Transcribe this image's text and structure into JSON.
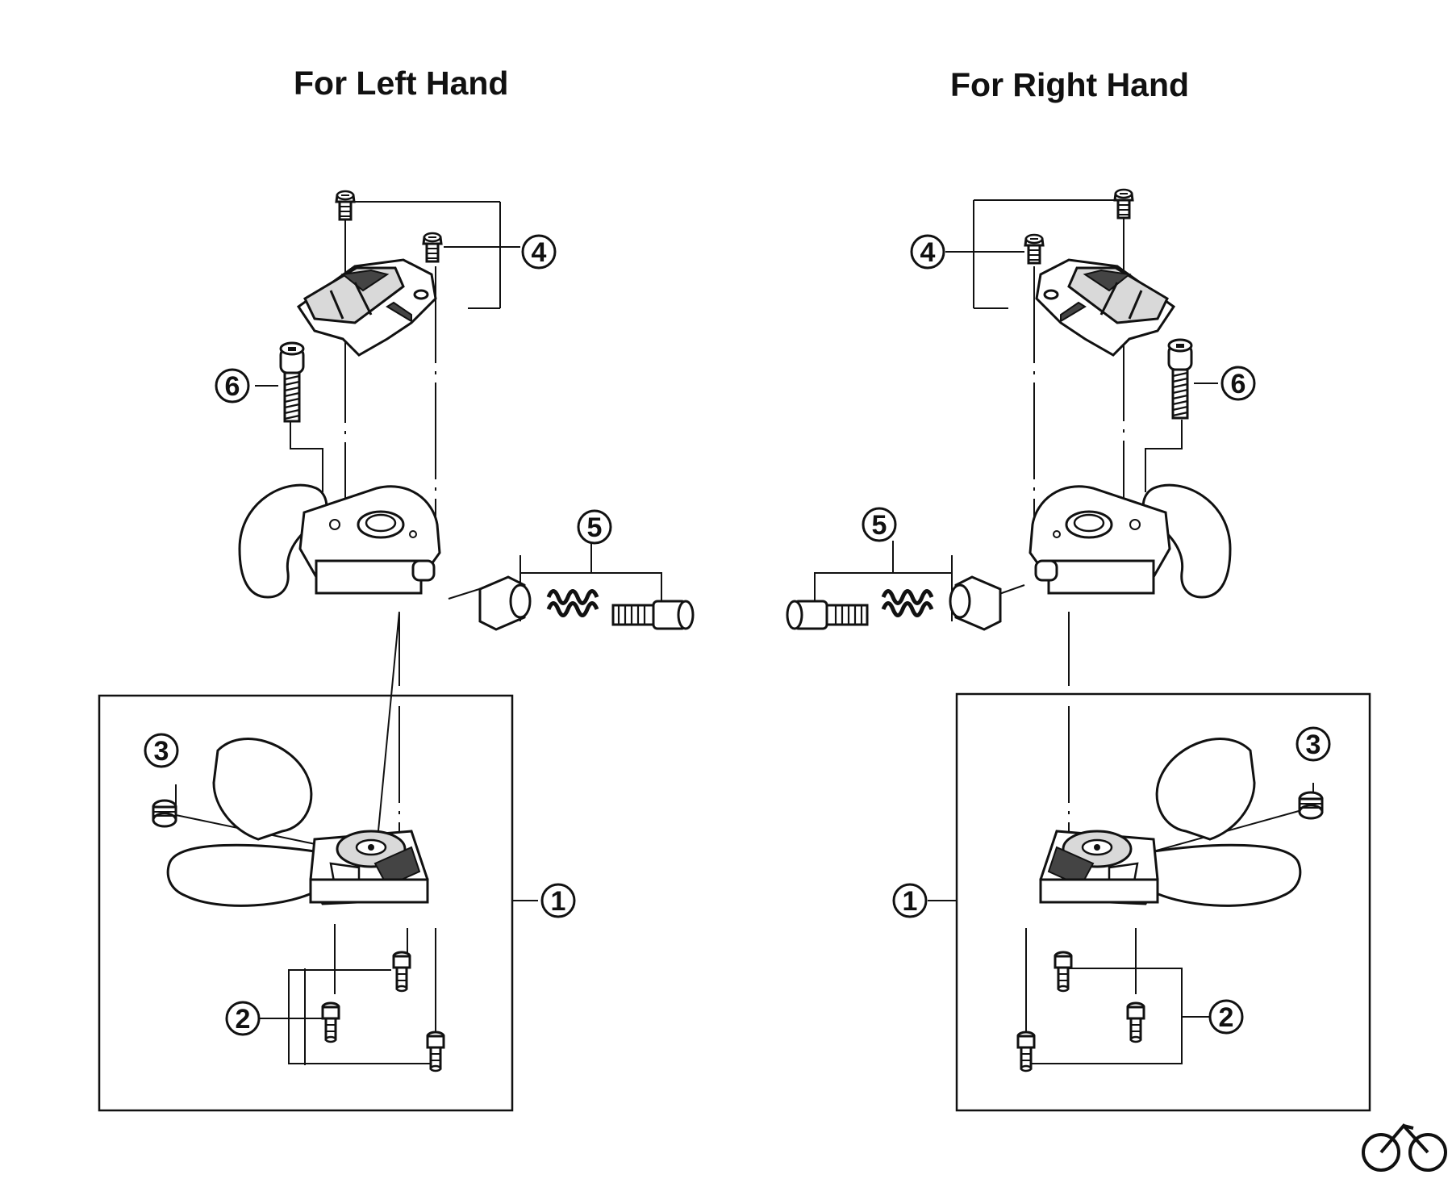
{
  "headings": {
    "left": "For Left Hand",
    "right": "For Right Hand"
  },
  "callouts": {
    "one": "1",
    "two": "2",
    "three": "3",
    "four": "4",
    "five": "5",
    "six": "6"
  },
  "colors": {
    "ink": "#111111",
    "part_fill": "#ffffff",
    "part_shade": "#d9d9d9",
    "part_dark": "#444444"
  },
  "logo": {
    "icon": "bicycle-icon"
  }
}
